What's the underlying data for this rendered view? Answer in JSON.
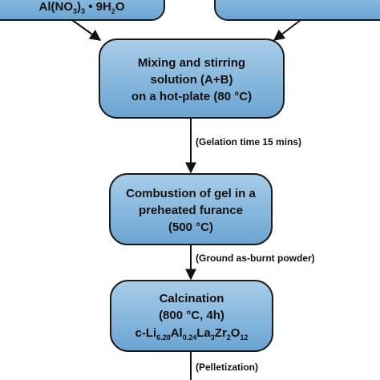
{
  "colors": {
    "box_fill_top": "#a9cde9",
    "box_fill_bottom": "#6aa4d2",
    "box_stroke": "#1a1a1a",
    "arrow": "#111111",
    "text": "#111111"
  },
  "boxes": {
    "precursor_a": {
      "formula_parts": [
        "Al(NO",
        "3",
        ")",
        "3",
        " • 9H",
        "2",
        "O"
      ]
    },
    "precursor_b": {
      "label": ""
    },
    "mixing": {
      "lines": [
        "Mixing and stirring",
        "solution (A+B)",
        "on a hot-plate (80 °C)"
      ]
    },
    "combustion": {
      "lines": [
        "Combustion of gel in a",
        "preheated furance",
        "(500 °C)"
      ]
    },
    "calcination": {
      "lines": [
        "Calcination",
        "(800 °C, 4h)"
      ],
      "formula_parts": [
        "c-Li",
        "6.28",
        "Al",
        "0.24",
        "La",
        "3",
        "Zr",
        "2",
        "O",
        "12"
      ]
    }
  },
  "edges": {
    "gelation": "(Gelation time 15 mins)",
    "ground": "(Ground as-burnt powder)",
    "pelletization": "(Pelletization)"
  }
}
